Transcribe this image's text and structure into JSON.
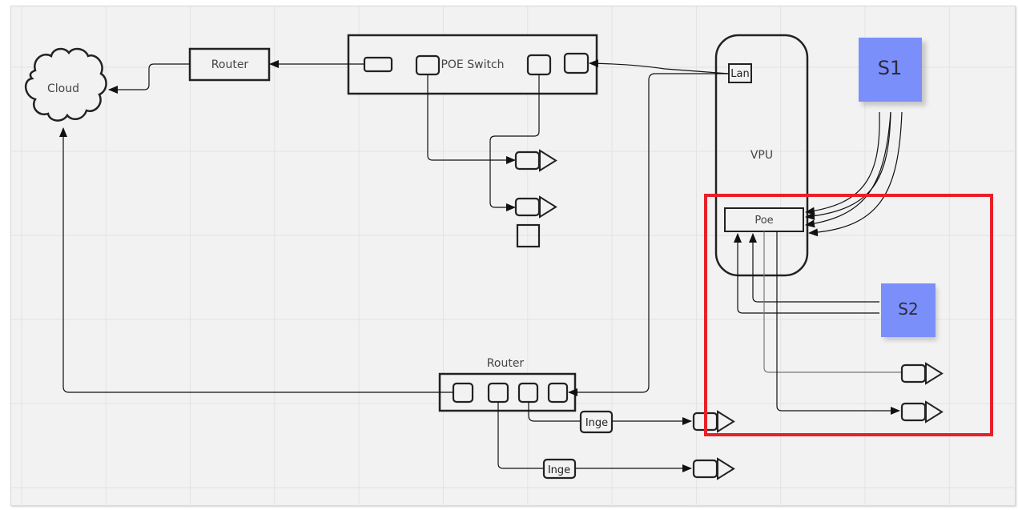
{
  "diagram": {
    "cloud": {
      "label": "Cloud"
    },
    "top_router": {
      "label": "Router"
    },
    "poe_switch": {
      "label": "POE Switch"
    },
    "vpu": {
      "label": "VPU",
      "lan_port": "Lan",
      "poe_port": "Poe"
    },
    "sticky_s1": {
      "label": "S1",
      "color": "#7b8ffa"
    },
    "sticky_s2": {
      "label": "S2",
      "color": "#7b8ffa"
    },
    "bottom_router": {
      "label": "Router"
    },
    "link_labels": [
      "Inge",
      "Inge"
    ],
    "highlight_color": "#e8202a"
  }
}
